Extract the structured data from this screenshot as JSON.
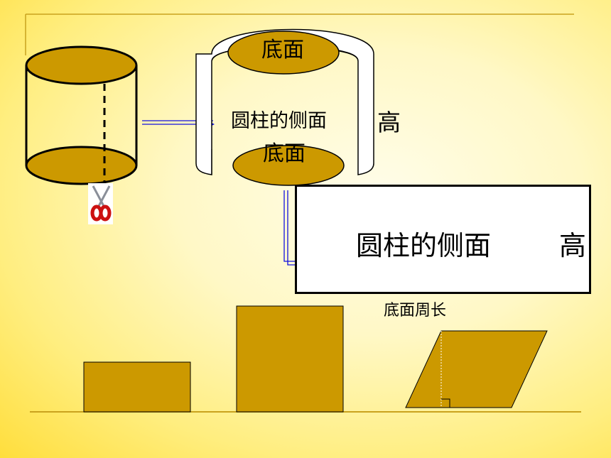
{
  "labels": {
    "bottom_top": "底面",
    "side_curved": "圆柱的侧面",
    "height_curved": "高",
    "bottom_bottom": "底面",
    "side_rect": "圆柱的侧面",
    "height_rect": "高",
    "base_perimeter": "底面周长"
  },
  "colors": {
    "fill": "#cc9900",
    "outline": "#000000",
    "arrow": "#1010dd",
    "decor_line": "#c9a21e",
    "scissors": "#cc1111"
  },
  "icons": {
    "scissors": "scissors-icon"
  }
}
